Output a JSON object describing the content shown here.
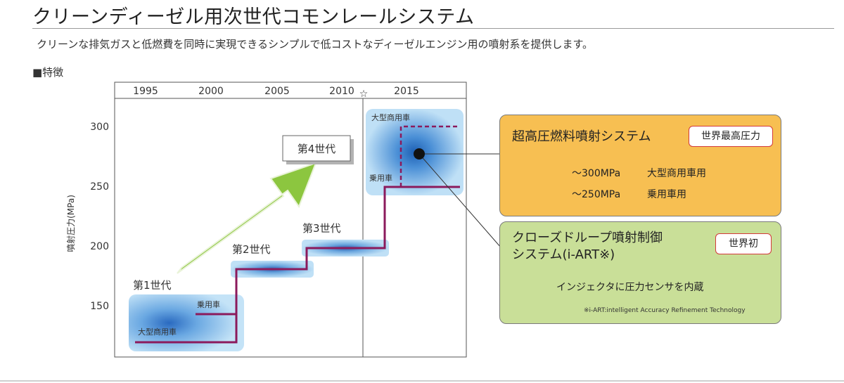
{
  "header": {
    "title": "クリーンディーゼル用次世代コモンレールシステム",
    "subtitle": "クリーンな排気ガスと低燃費を同時に実現できるシンプルで低コストなディーゼルエンジン用の噴射系を提供します。",
    "section_label": "■特徴"
  },
  "diagram": {
    "year_labels": [
      "1995",
      "2000",
      "2005",
      "2010",
      "2015"
    ],
    "star_marker": "☆",
    "y_axis_label": "噴射圧力(MPa)",
    "y_ticks": [
      "300",
      "250",
      "200",
      "150"
    ],
    "generations": {
      "gen1": "第1世代",
      "gen2": "第2世代",
      "gen3": "第3世代",
      "gen4": "第4世代"
    },
    "vehicle_labels": {
      "passenger_gen1": "乗用車",
      "heavy_gen1": "大型商用車",
      "heavy_gen4": "大型商用車",
      "passenger_gen4": "乗用車"
    }
  },
  "callouts": {
    "orange": {
      "heading": "超高圧燃料噴射システム",
      "badge": "世界最高圧力",
      "spec1_value": "〜300MPa",
      "spec1_use": "大型商用車用",
      "spec2_value": "〜250MPa",
      "spec2_use": "乗用車用"
    },
    "green": {
      "heading_line1": "クローズドループ噴射制御",
      "heading_line2": "システム(i-ART※)",
      "badge": "世界初",
      "description": "インジェクタに圧力センサを内蔵",
      "footnote": "※i-ART:intelligent Accuracy Refinement Technology"
    }
  },
  "colors": {
    "step_line": "#8b1a5c",
    "arrow": "#8cc63f",
    "orange_box": "#f7bf52",
    "green_box": "#c9df98",
    "badge_border": "#d33a3a"
  }
}
